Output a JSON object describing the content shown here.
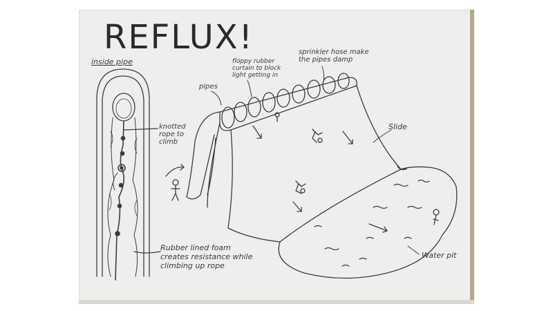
{
  "title": "REFLUX!",
  "labels": {
    "inside_pipe": "inside pipe",
    "knotted_rope": "knotted\nrope to\nclimb",
    "rubber_lined": "Rubber lined foam\ncreates resistance while\nclimbing up rope",
    "sprinkler": "sprinkler hose make\nthe pipes damp",
    "floppy_rubber": "floppy rubber\ncurtain to block\nlight getting in",
    "pipes": "pipes",
    "slide": "Slide",
    "water_pit": "Water pit"
  }
}
